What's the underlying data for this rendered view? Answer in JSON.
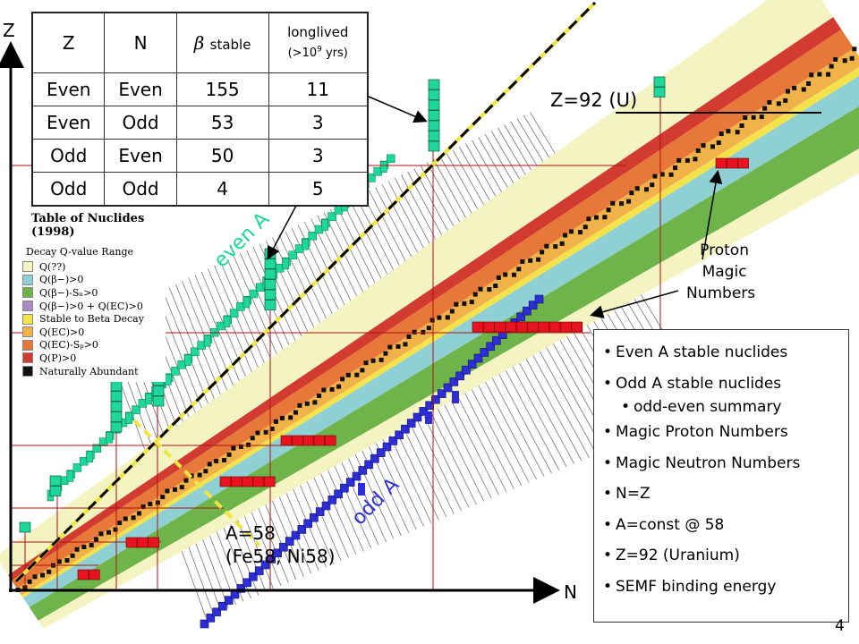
{
  "table": {
    "headers": [
      "Z",
      "N",
      "stable",
      "longlived",
      "(>10",
      "9",
      " yrs)"
    ],
    "beta_symbol": "β",
    "rows": [
      [
        "Even",
        "Even",
        "155",
        "11"
      ],
      [
        "Even",
        "Odd",
        "53",
        "3"
      ],
      [
        "Odd",
        "Even",
        "50",
        "3"
      ],
      [
        "Odd",
        "Odd",
        "4",
        "5"
      ]
    ]
  },
  "nuclide_legend": {
    "title": "Table of Nuclides (1998)",
    "subtitle": "Decay Q-value Range",
    "items": [
      {
        "label": "Q(??)",
        "color": "#f4f3c2"
      },
      {
        "label": "Q(β−)>0",
        "color": "#8fd0d4"
      },
      {
        "label": "Q(β−)-Sₙ>0",
        "color": "#6fb44a"
      },
      {
        "label": "Q(β−)>0 + Q(EC)>0",
        "color": "#a98bc0"
      },
      {
        "label": "Stable to Beta Decay",
        "color": "#f3e24b"
      },
      {
        "label": "Q(EC)>0",
        "color": "#f2b24a"
      },
      {
        "label": "Q(EC)-Sₚ>0",
        "color": "#e8783a"
      },
      {
        "label": "Q(P)>0",
        "color": "#d23b30"
      },
      {
        "label": "Naturally Abundant",
        "color": "#111111"
      }
    ]
  },
  "labels": {
    "z_axis": "Z",
    "n_axis": "N",
    "z92": "Z=92 (U)",
    "proton_magic": [
      "Proton",
      "Magic",
      "Numbers"
    ],
    "even_a": "even A",
    "odd_a": "odd A",
    "a58": "A=58",
    "a58_sub": "(Fe58, Ni58)",
    "page_number": "4"
  },
  "summary_list": [
    {
      "text": "Even A stable nuclides",
      "level": 1
    },
    {
      "text": "Odd A stable nuclides",
      "level": 1
    },
    {
      "text": "odd-even summary",
      "level": 2
    },
    {
      "text": "Magic Proton Numbers",
      "level": 1
    },
    {
      "text": "Magic Neutron Numbers",
      "level": 1
    },
    {
      "text": "N=Z",
      "level": 1
    },
    {
      "text": "A=const @ 58",
      "level": 1
    },
    {
      "text": "Z=92 (Uranium)",
      "level": 1
    },
    {
      "text": "SEMF binding energy",
      "level": 1
    }
  ],
  "colors": {
    "even_a": "#1fd79a",
    "odd_a": "#2e2ed6",
    "magic": "#e8131f",
    "nz_line": "#f0e640",
    "magic_line": "#b01010"
  }
}
